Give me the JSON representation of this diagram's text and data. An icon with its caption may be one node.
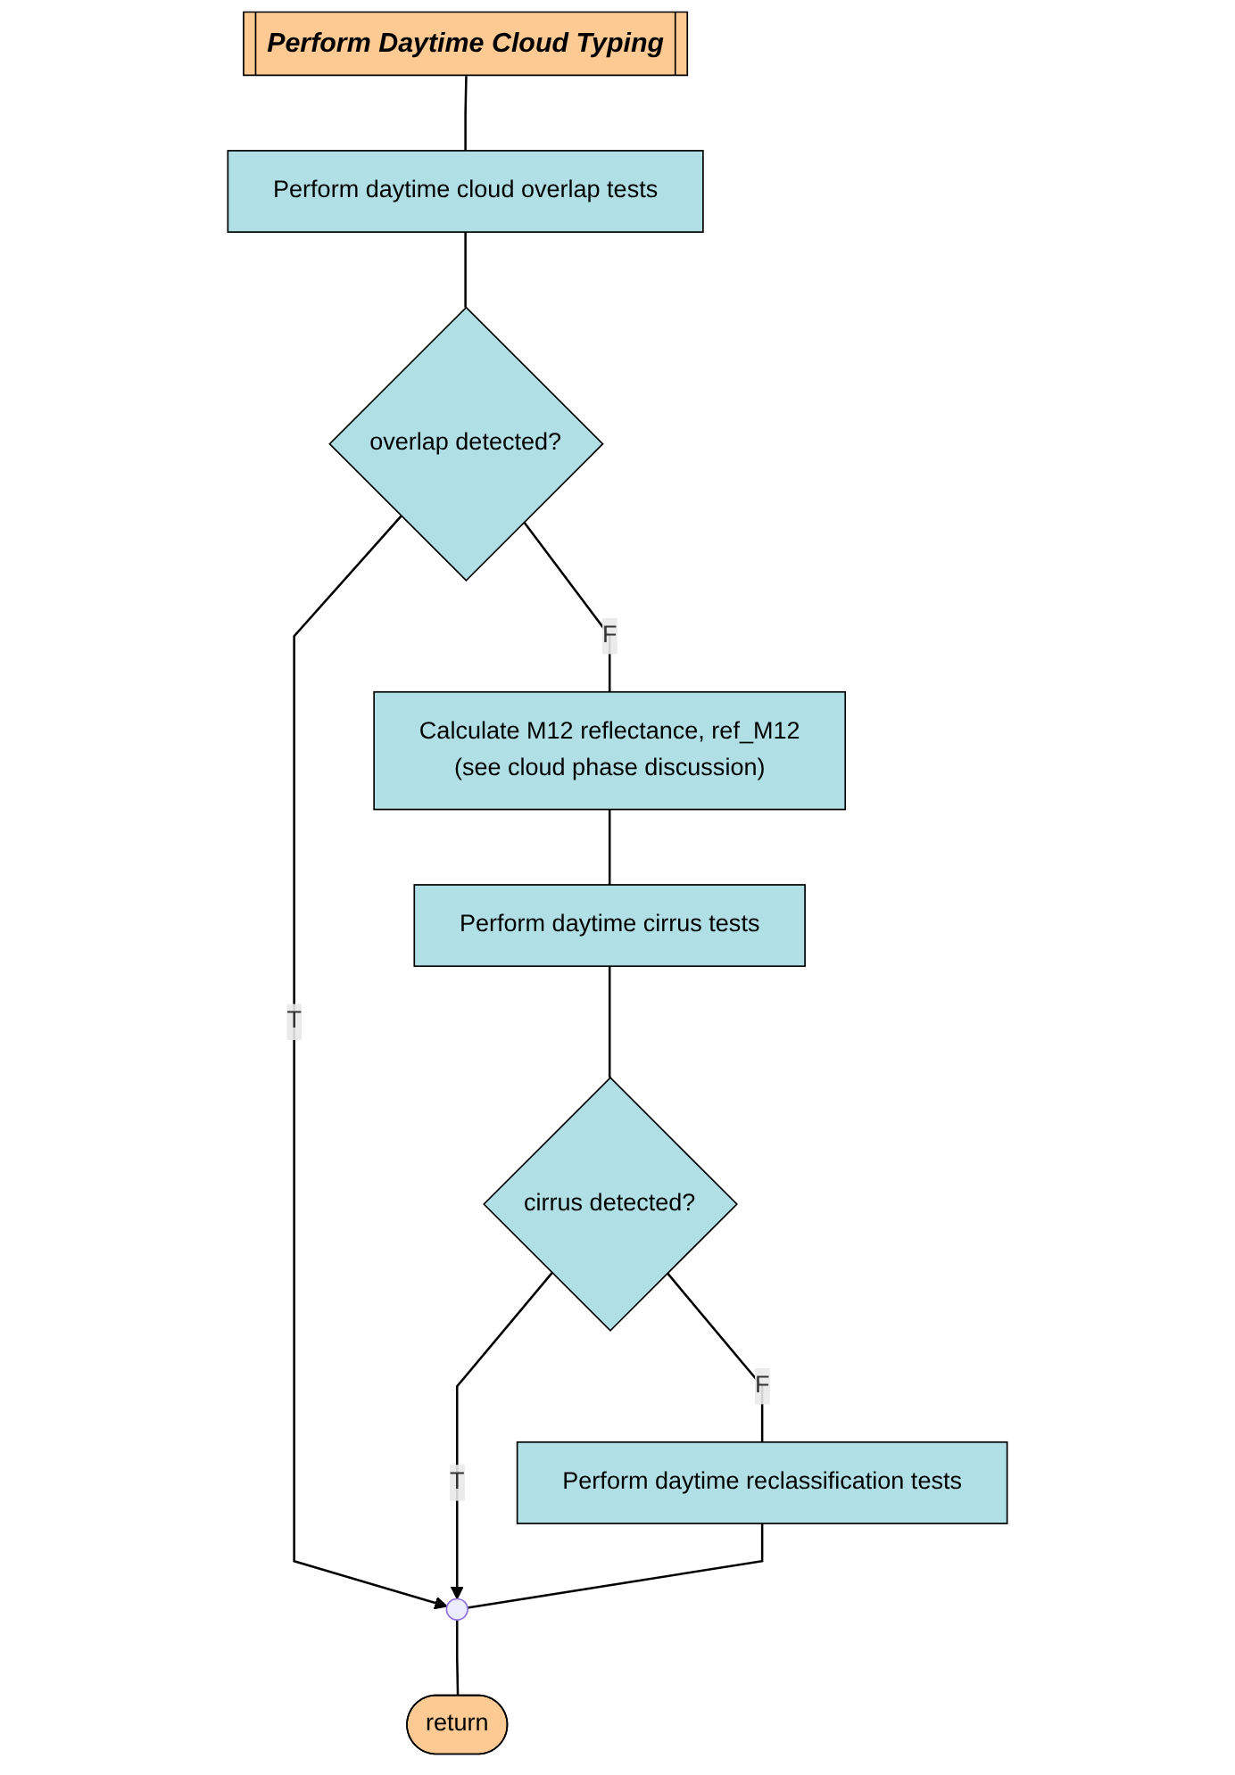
{
  "diagram": {
    "nodes": [
      {
        "text": [
          "Perform Daytime Cloud Typing"
        ]
      },
      {
        "text": [
          "Perform daytime cloud overlap tests"
        ]
      },
      {
        "text": [
          "overlap detected?"
        ]
      },
      {
        "text": [
          "Calculate M12 reflectance, ref_M12",
          "(see cloud phase discussion)"
        ]
      },
      {
        "text": [
          "Perform daytime cirrus tests"
        ]
      },
      {
        "text": [
          "cirrus  detected?"
        ]
      },
      {
        "text": [
          "Perform daytime reclassification tests"
        ]
      },
      {
        "text": [],
        "shape": "circle"
      },
      {
        "text": [
          "return"
        ]
      }
    ],
    "edges": [
      {
        "from": 0,
        "to": 1,
        "arrow": "none"
      },
      {
        "from": 1,
        "to": 2,
        "arrow": "none"
      },
      {
        "from": 2,
        "to": 3,
        "arrow": "none",
        "label": "F"
      },
      {
        "from": 3,
        "to": 4,
        "arrow": "none"
      },
      {
        "from": 4,
        "to": 5,
        "arrow": "none"
      },
      {
        "from": 5,
        "to": 6,
        "arrow": "none",
        "label": "F"
      },
      {
        "from": 2,
        "to": 7,
        "arrow": "to",
        "label": "T"
      },
      {
        "from": 5,
        "to": 7,
        "arrow": "to",
        "label": "T"
      },
      {
        "from": 6,
        "to": 7,
        "arrow": "none"
      },
      {
        "from": 7,
        "to": 8,
        "arrow": "none"
      }
    ]
  }
}
